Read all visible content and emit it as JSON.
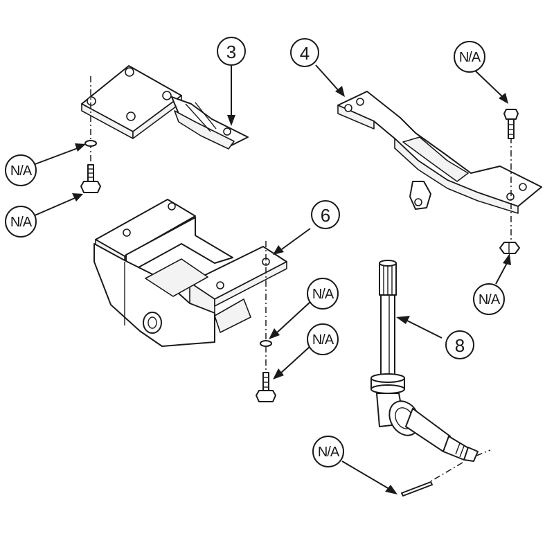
{
  "labels": {
    "item_3": "3",
    "item_4": "4",
    "item_6": "6",
    "item_8": "8",
    "na": "N/A"
  },
  "colors": {
    "line": "#1a1a1a",
    "background": "#ffffff"
  }
}
